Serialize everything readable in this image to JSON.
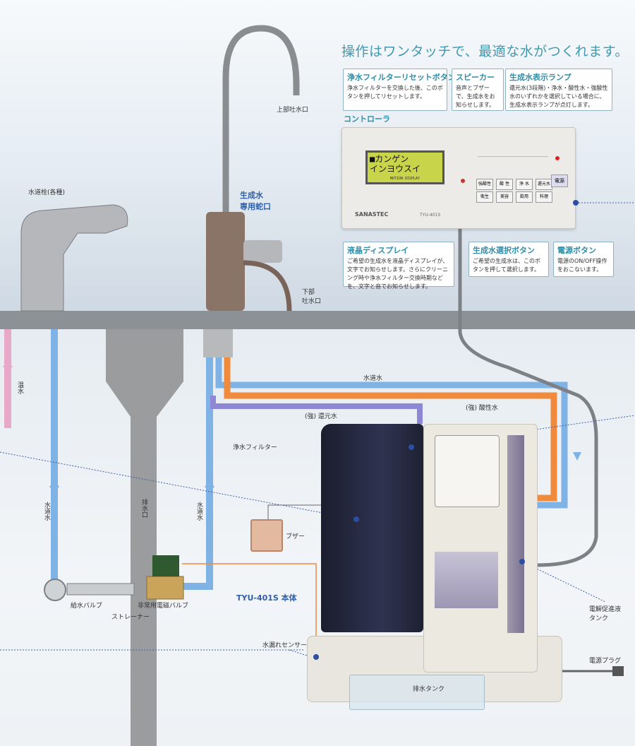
{
  "headline": "操作はワンタッチで、最適な水がつくれます。",
  "controller_label": "コントローラ",
  "callouts": {
    "filter_reset": {
      "title": "浄水フィルターリセットボタン",
      "desc": "浄水フィルターを交換した後、このボタンを押してリセットします。"
    },
    "speaker": {
      "title": "スピーカー",
      "desc": "音声とブザーで、生成水をお知らせします。"
    },
    "lamp": {
      "title": "生成水表示ランプ",
      "desc": "還元水(3段階)・浄水・酸性水・強酸性水のいずれかを選択している場合に、生成水表示ランプが点灯します。"
    },
    "lcd": {
      "title": "液晶ディスプレイ",
      "desc": "ご希望の生成水を液晶ディスプレイが、文字でお知らせします。さらにクリーニング時や浄水フィルター交換時期などを、文字と音でお知らせします。"
    },
    "select": {
      "title": "生成水選択ボタン",
      "desc": "ご希望の生成水は、このボタンを押して選択します。"
    },
    "power": {
      "title": "電源ボタン",
      "desc": "電源のON/OFF操作をおこないます。"
    }
  },
  "controller": {
    "lcd_line1": "■カンゲン",
    "lcd_line2": "インヨウスイ",
    "lcd_sub": "MOTION DISPLAY",
    "btn_buttons": [
      "強酸性",
      "酸 性",
      "浄 水",
      "還元水"
    ],
    "btn_sub": [
      "衛生",
      "美容",
      "飲用",
      "料理"
    ],
    "power_btn": "電源",
    "brand": "SANASTEC",
    "model": "TYU-401S"
  },
  "labels": {
    "tap": "水道栓(各種)",
    "faucet_top": "上部吐水口",
    "faucet_name": "生成水\n専用蛇口",
    "faucet_bottom": "下部\n吐水口",
    "hot_water": "温水",
    "tap_water_left": "水道水",
    "drain": "排水口",
    "tap_water_mid": "水道水",
    "tap_water_top": "水道水",
    "reduced_water": "(強) 還元水",
    "acidic_water": "(強) 酸性水",
    "filter": "浄水フィルター",
    "buzzer": "ブザー",
    "valve_supply": "給水バルブ",
    "valve_solenoid": "非常用電磁バルブ",
    "strainer": "ストレーナー",
    "model_main": "TYU-401S 本体",
    "leak_sensor": "水漏れセンサー",
    "drain_tank": "排水タンク",
    "electrolysis_tank": "電解促進液\nタンク",
    "power_plug": "電源プラグ"
  },
  "colors": {
    "tap_water_pipe": "#7fb3e6",
    "acidic_pipe": "#f08a3c",
    "reduced_pipe": "#8e87d6",
    "hot_pipe": "#e8a9c8",
    "drain_pipe": "#9a9c9e",
    "accent": "#2d8ea9"
  }
}
